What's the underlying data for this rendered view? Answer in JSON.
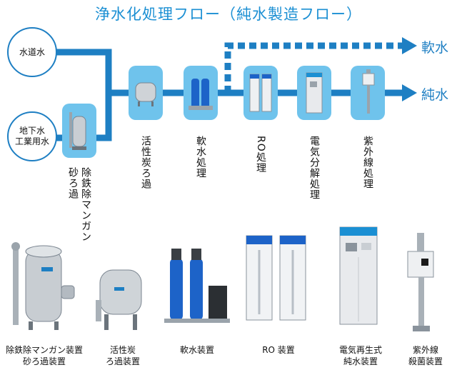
{
  "title": "浄水化処理フロー（純水製造フロー）",
  "colors": {
    "flow_line": "#1e7fc3",
    "stage_bg": "#6fc3ec",
    "title": "#1b8fd3"
  },
  "sources": {
    "tap": "水道水",
    "ground_line1": "地下水",
    "ground_line2": "工業用水"
  },
  "outputs": {
    "soft": "軟水",
    "pure": "純水"
  },
  "stages": [
    {
      "label": "除鉄除マンガン砂ろ過",
      "col1": "除鉄除マンガン",
      "col2": "砂ろ過"
    },
    {
      "label": "活性炭ろ過"
    },
    {
      "label": "軟水処理"
    },
    {
      "label": "RO処理"
    },
    {
      "label": "電気分解処理"
    },
    {
      "label": "紫外線処理"
    }
  ],
  "equipment": [
    {
      "line1": "除鉄除マンガン装置",
      "line2": "砂ろ過装置"
    },
    {
      "line1": "活性炭",
      "line2": "ろ過装置"
    },
    {
      "line1": "軟水装置",
      "line2": ""
    },
    {
      "line1": "RO 装置",
      "line2": ""
    },
    {
      "line1": "電気再生式",
      "line2": "純水装置"
    },
    {
      "line1": "紫外線",
      "line2": "殺菌装置"
    }
  ]
}
